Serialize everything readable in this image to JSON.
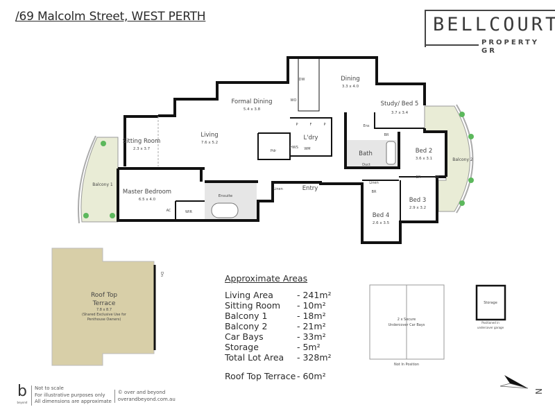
{
  "header": {
    "title": "/69 Malcolm Street, WEST PERTH",
    "logo": {
      "name": "BELLCOURT",
      "subtitle": "PROPERTY GR"
    }
  },
  "floor_plan": {
    "rooms": [
      {
        "name": "Formal Dining",
        "dims": "5.4 x 3.8"
      },
      {
        "name": "Living",
        "dims": "7.6 x 5.2"
      },
      {
        "name": "Sitting Room",
        "dims": "2.3 x 3.7"
      },
      {
        "name": "Balcony 1",
        "dims": ""
      },
      {
        "name": "Master Bedroom",
        "dims": "6.5 x 4.0"
      },
      {
        "name": "Dining",
        "dims": "3.3 x 4.0"
      },
      {
        "name": "Study/ Bed 5",
        "dims": "3.7 x 3.4"
      },
      {
        "name": "Bed 2",
        "dims": "3.6 x 3.1"
      },
      {
        "name": "Balcony 2",
        "dims": ""
      },
      {
        "name": "Bed 3",
        "dims": "2.9 x 3.2"
      },
      {
        "name": "Bed 4",
        "dims": "2.6 x 3.5"
      },
      {
        "name": "L'dry",
        "dims": ""
      },
      {
        "name": "Bath",
        "dims": ""
      },
      {
        "name": "Entry",
        "dims": ""
      },
      {
        "name": "Ensuite",
        "dims": ""
      }
    ],
    "small_labels": {
      "wir": "WIR",
      "ac": "AC",
      "pdr": "Pdr",
      "linen": "Linen",
      "ens": "Ens",
      "br": "BR",
      "duct": "Duct",
      "dw": "DW",
      "wo": "WO",
      "p": "P",
      "f": "F",
      "hws": "HWS",
      "wm": "WM",
      "dn": "Dn"
    },
    "colors": {
      "wall": "#111111",
      "balcony": "#e9ecd6",
      "plant": "#5cb85c",
      "wet_area": "#e6e6e6"
    }
  },
  "roof_terrace": {
    "title_line1": "Roof Top",
    "title_line2": "Terrace",
    "dims": "7.8 x 8.7",
    "note_line1": "(Shared Exclusive Use for",
    "note_line2": "Penthouse Owners)",
    "color": "#d8cfa8"
  },
  "areas": {
    "title": "Approximate Areas",
    "rows": [
      {
        "label": "Living Area",
        "value": "- 241m²"
      },
      {
        "label": "Sitting Room",
        "value": "- 10m²"
      },
      {
        "label": "Balcony 1",
        "value": "- 18m²"
      },
      {
        "label": "Balcony 2",
        "value": "- 21m²"
      },
      {
        "label": "Car Bays",
        "value": "- 33m²"
      },
      {
        "label": "Storage",
        "value": "- 5m²"
      },
      {
        "label": "Total Lot Area",
        "value": "- 328m²"
      }
    ],
    "roof": {
      "label": "Roof Top Terrace",
      "value": "- 60m²"
    }
  },
  "car_bays": {
    "line1": "2 x Secure",
    "line2": "Undercover Car Bays",
    "note": "Not In Position"
  },
  "storage": {
    "label": "Storage",
    "note_line1": "Positioned in",
    "note_line2": "undercover garage"
  },
  "north_arrow": {
    "label": "N"
  },
  "footer": {
    "logo_letter": "b",
    "logo_word": "beyond",
    "disclaimer": [
      "Not to scale",
      "For illustrative purposes only",
      "All dimensions are approximate"
    ],
    "copyright": "© over and beyond",
    "website": "overandbeyond.com.au"
  }
}
